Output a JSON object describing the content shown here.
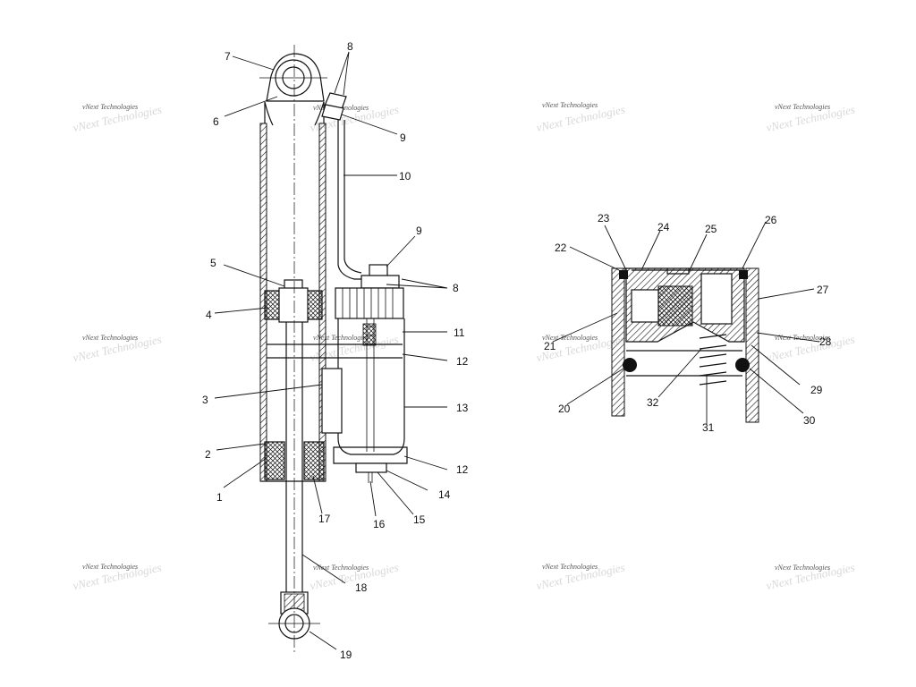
{
  "watermark": "vNext Technologies",
  "labels": {
    "l1": "1",
    "l2": "2",
    "l3": "3",
    "l4": "4",
    "l5": "5",
    "l6": "6",
    "l7": "7",
    "l8a": "8",
    "l8b": "8",
    "l9a": "9",
    "l9b": "9",
    "l10": "10",
    "l11": "11",
    "l12a": "12",
    "l12b": "12",
    "l13": "13",
    "l14": "14",
    "l15": "15",
    "l16": "16",
    "l17": "17",
    "l18": "18",
    "l19": "19",
    "l20": "20",
    "l21": "21",
    "l22": "22",
    "l23": "23",
    "l24": "24",
    "l25": "25",
    "l26": "26",
    "l27": "27",
    "l28": "28",
    "l29": "29",
    "l30": "30",
    "l31": "31",
    "l32": "32"
  }
}
